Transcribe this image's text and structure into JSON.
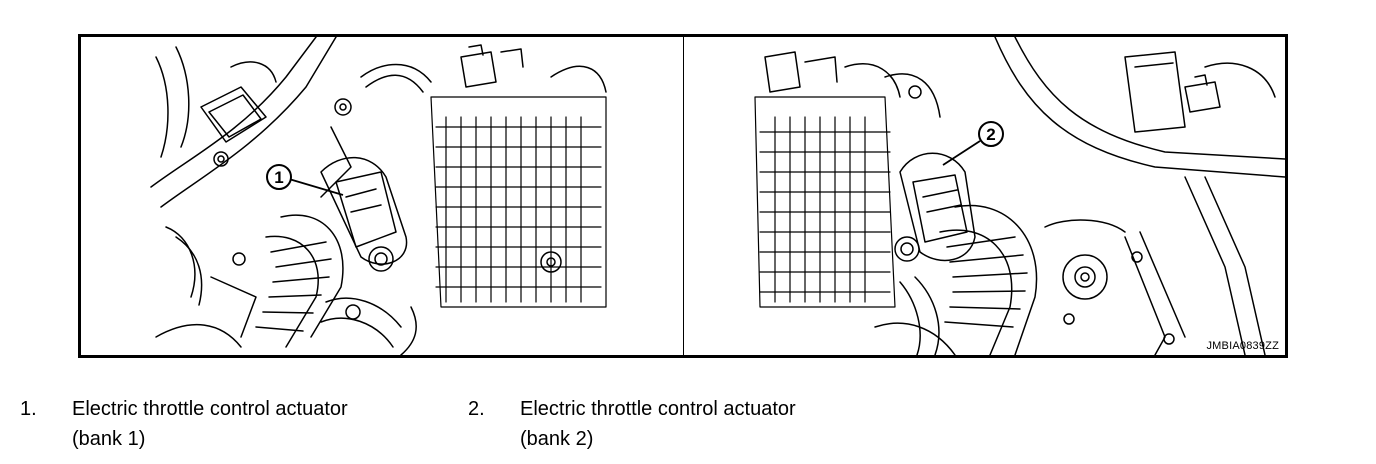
{
  "figure": {
    "code": "JMBIA0839ZZ",
    "callouts": [
      "1",
      "2"
    ]
  },
  "legend": {
    "items": [
      {
        "number": "1.",
        "line1": "Electric throttle control actuator",
        "line2": "(bank 1)"
      },
      {
        "number": "2.",
        "line1": "Electric throttle control actuator",
        "line2": "(bank 2)"
      }
    ]
  },
  "colors": {
    "ink": "#000000",
    "paper": "#ffffff"
  }
}
